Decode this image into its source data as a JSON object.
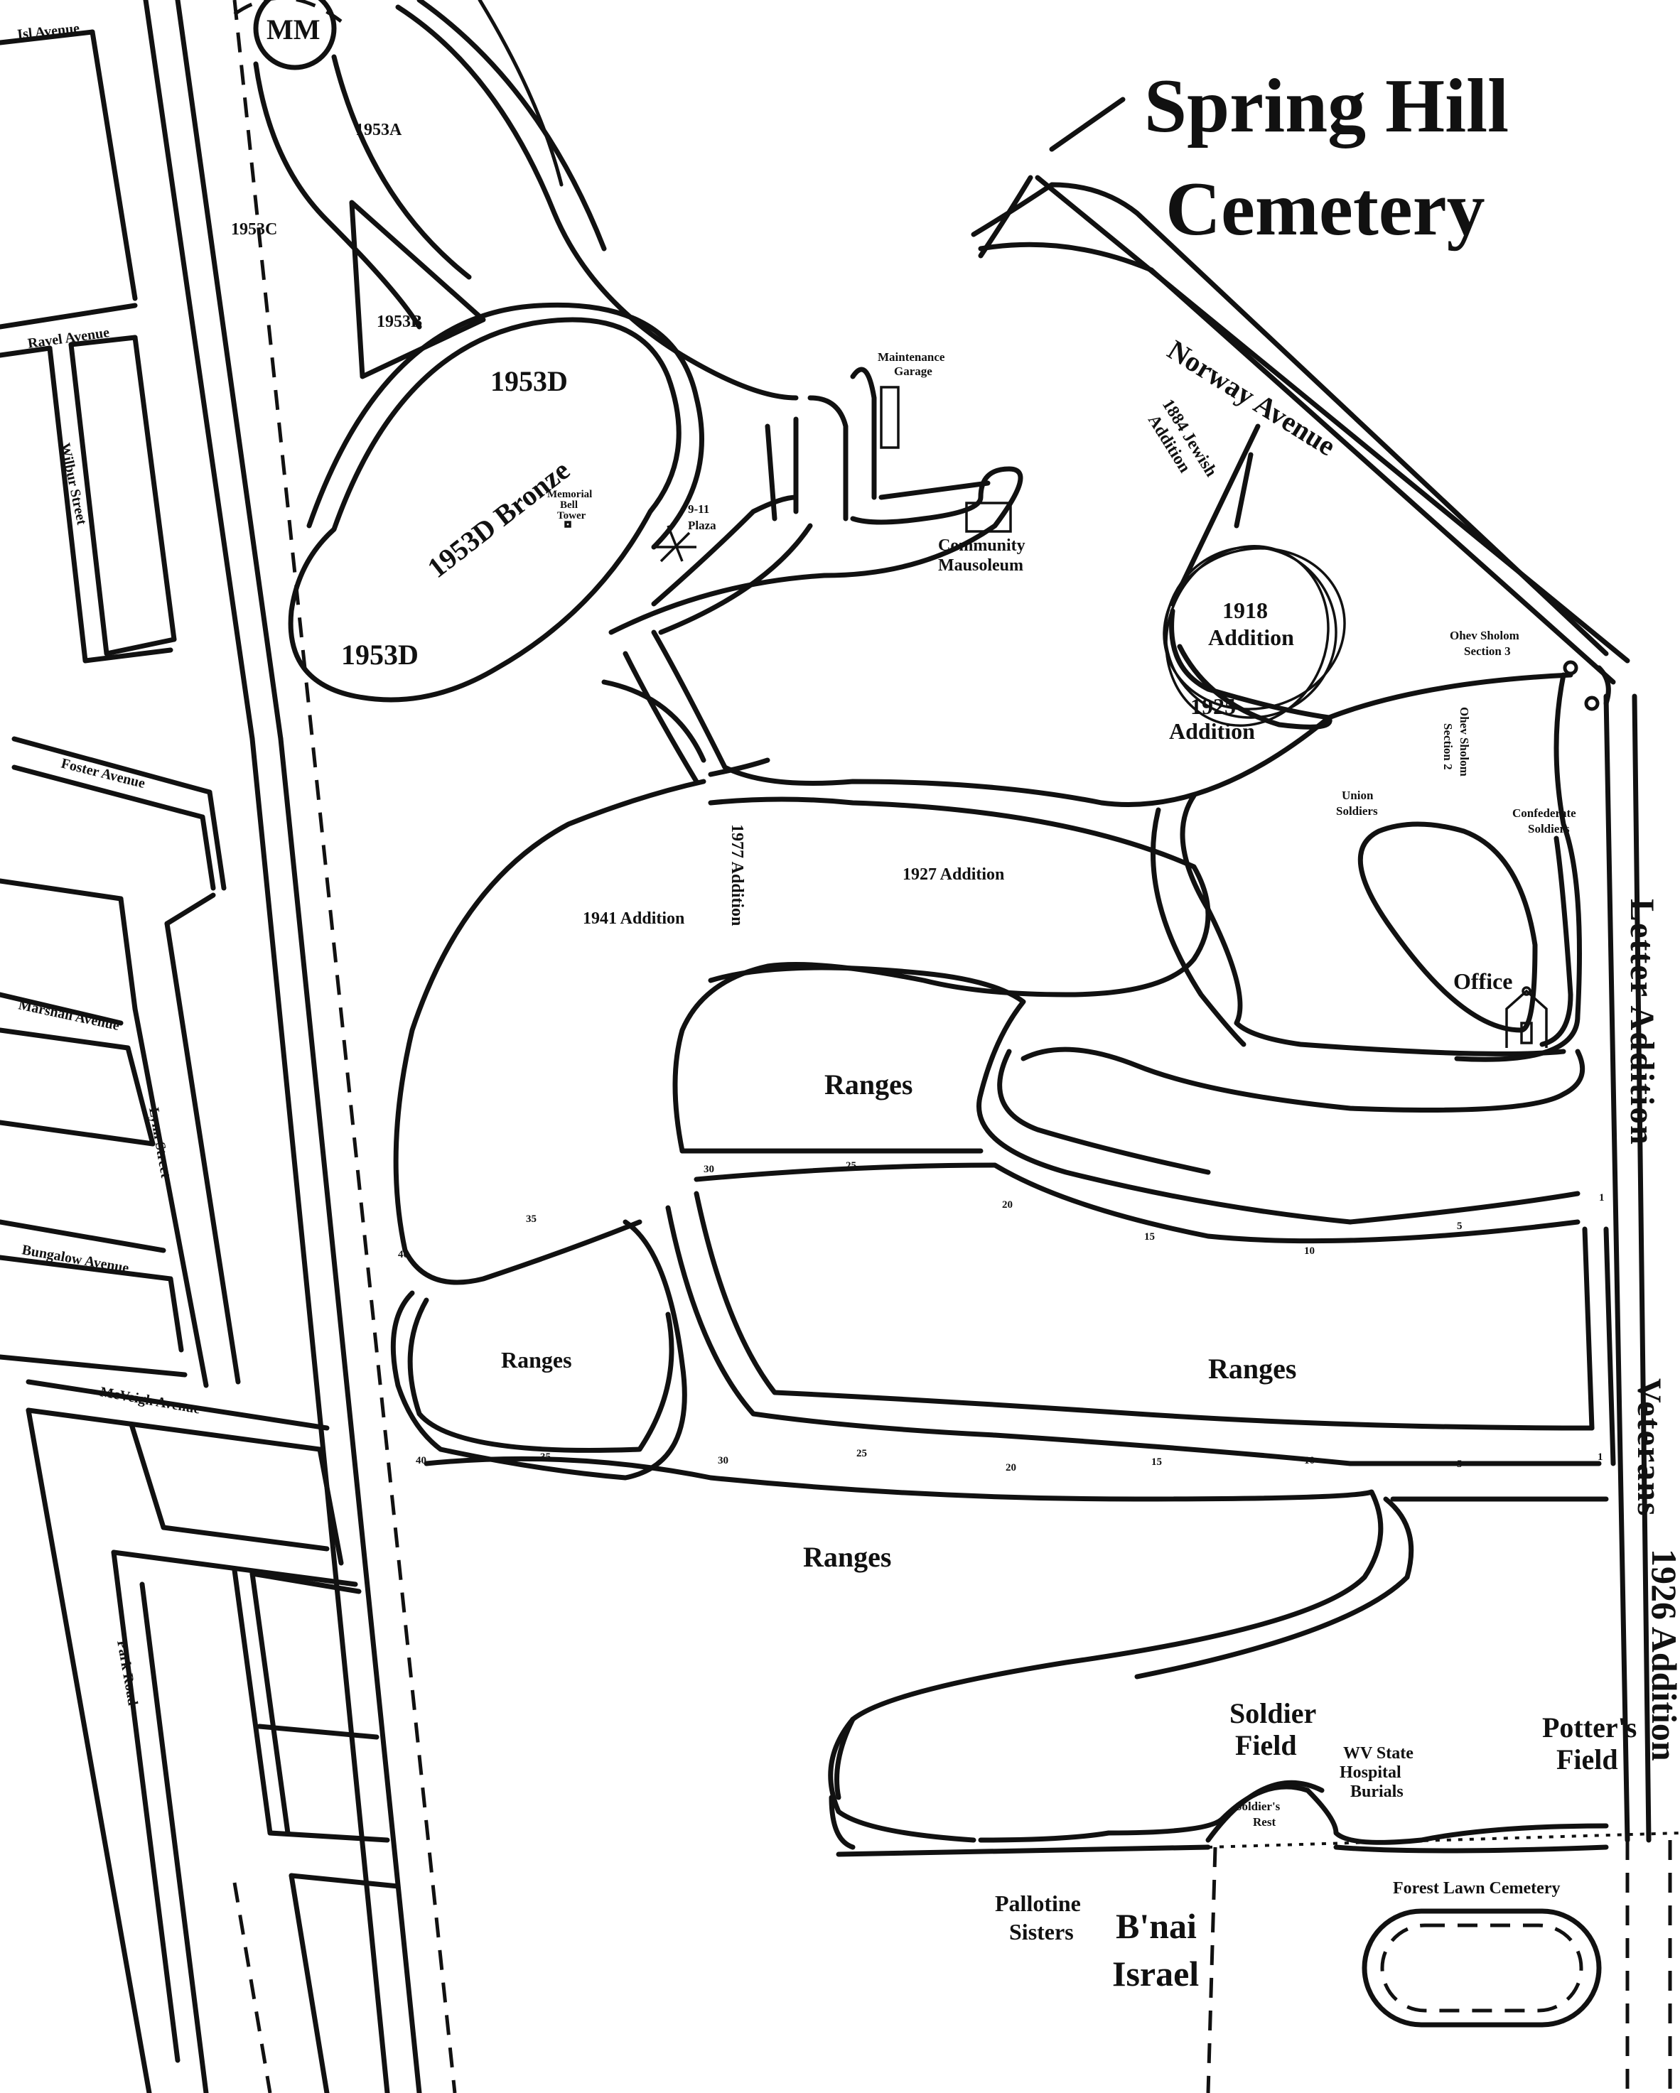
{
  "title": {
    "line1": "Spring Hill",
    "line2": "Cemetery"
  },
  "roads": {
    "norway_avenue": "Norway Avenue",
    "letter_addition": "Letter Addition",
    "veterans": "Veterans",
    "addition_1926": "1926 Addition"
  },
  "streets": {
    "isl_avenue": "Isl Avenue",
    "ravel_avenue": "Ravel Avenue",
    "wilbur_street": "Wilbur Street",
    "foster_avenue": "Foster Avenue",
    "marshall_avenue": "Marshall Avenue",
    "lynn_street": "Lynn Street",
    "bungalow_avenue": "Bungalow Avenue",
    "mcveigh_avenue": "McVeigh Avenue",
    "park_road": "Park Road"
  },
  "sections": {
    "mm": "MM",
    "s1953a": "1953A",
    "s1953b": "1953B",
    "s1953c": "1953C",
    "s1953d_top": "1953D",
    "s1953d_bottom": "1953D",
    "s1953d_bronze": "1953D Bronze",
    "memorial_bell_line1": "Memorial",
    "memorial_bell_line2": "Bell",
    "memorial_bell_line3": "Tower",
    "plaza_line1": "9-11",
    "plaza_line2": "Plaza",
    "maintenance_line1": "Maintenance",
    "maintenance_line2": "Garage",
    "mausoleum_line1": "Community",
    "mausoleum_line2": "Mausoleum",
    "jewish_line1": "1884 Jewish",
    "jewish_line2": "Addition",
    "addition_1918_line1": "1918",
    "addition_1918_line2": "Addition",
    "addition_1925_line1": "1925",
    "addition_1925_line2": "Addition",
    "ohev_s3_line1": "Ohev Sholom",
    "ohev_s3_line2": "Section 3",
    "ohev_s2_line1": "Ohev Sholom",
    "ohev_s2_line2": "Section 2",
    "union_line1": "Union",
    "union_line2": "Soldiers",
    "confederate_line1": "Confederate",
    "confederate_line2": "Soldiers",
    "addition_1927": "1927 Addition",
    "addition_1941": "1941 Addition",
    "addition_1977": "1977 Addition",
    "office": "Office",
    "ranges_1": "Ranges",
    "ranges_2": "Ranges",
    "ranges_3": "Ranges",
    "ranges_4": "Ranges",
    "soldier_field_line1": "Soldier",
    "soldier_field_line2": "Field",
    "soldiers_rest_line1": "Soldier's",
    "soldiers_rest_line2": "Rest",
    "wv_line1": "WV State",
    "wv_line2": "Hospital",
    "wv_line3": "Burials",
    "potters_line1": "Potter's",
    "potters_line2": "Field",
    "pallotine_line1": "Pallotine",
    "pallotine_line2": "Sisters",
    "bnai_line1": "B'nai",
    "bnai_line2": "Israel",
    "forest_lawn": "Forest Lawn Cemetery"
  },
  "range_markers": {
    "upper": [
      "30",
      "25",
      "20",
      "15",
      "10",
      "5",
      "1",
      "35",
      "40"
    ],
    "lower": [
      "40",
      "35",
      "30",
      "25",
      "20",
      "15",
      "10",
      "5",
      "1"
    ]
  },
  "icons": [
    "office-building-icon",
    "bell-tower-icon",
    "plaza-star-icon"
  ]
}
